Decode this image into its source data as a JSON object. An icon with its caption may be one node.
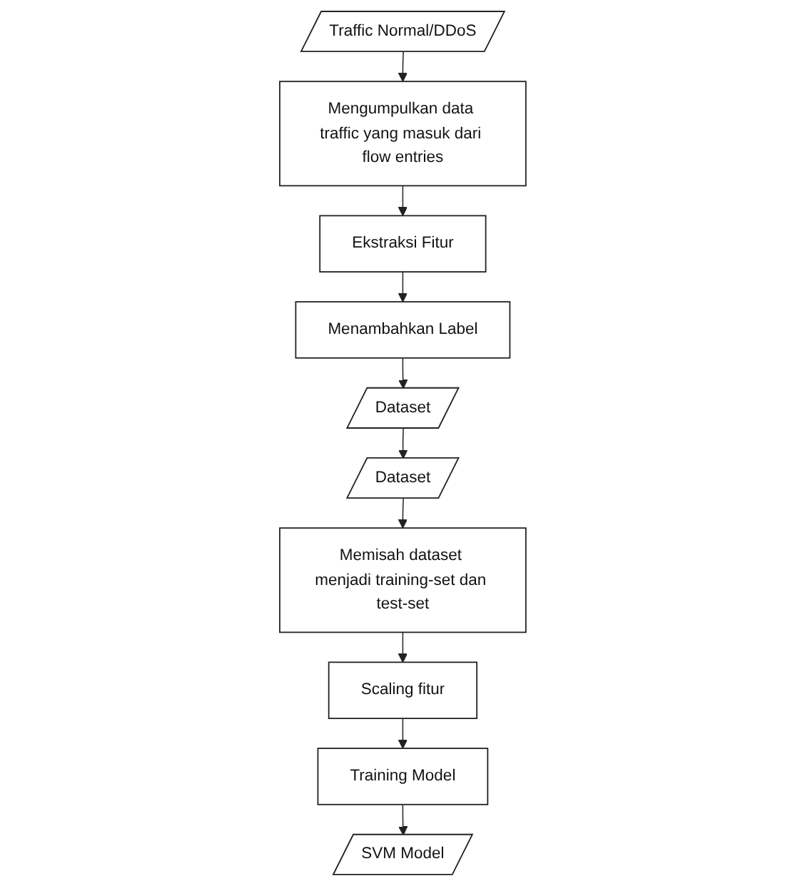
{
  "diagram": {
    "nodes": [
      {
        "text": [
          "Traffic Normal/DDoS"
        ]
      },
      {
        "text": [
          "Mengumpulkan data traffic yang masuk dari flow entries"
        ]
      },
      {
        "text": [
          "Ekstraksi Fitur"
        ]
      },
      {
        "text": [
          "Menambahkan Label"
        ]
      },
      {
        "text": [
          "Dataset"
        ]
      },
      {
        "text": [
          "Dataset"
        ]
      },
      {
        "text": [
          "Memisah dataset menjadi training-set dan test-set"
        ]
      },
      {
        "text": [
          "Scaling fitur"
        ]
      },
      {
        "text": [
          "Training Model"
        ]
      },
      {
        "text": [
          "SVM Model"
        ]
      }
    ],
    "edges": [
      {
        "from": 0,
        "to": 1,
        "arrow": "to"
      },
      {
        "from": 1,
        "to": 2,
        "arrow": "to"
      },
      {
        "from": 2,
        "to": 3,
        "arrow": "to"
      },
      {
        "from": 3,
        "to": 4,
        "arrow": "to"
      },
      {
        "from": 4,
        "to": 5,
        "arrow": "to"
      },
      {
        "from": 5,
        "to": 6,
        "arrow": "to"
      },
      {
        "from": 6,
        "to": 7,
        "arrow": "to"
      },
      {
        "from": 7,
        "to": 8,
        "arrow": "to"
      },
      {
        "from": 8,
        "to": 9,
        "arrow": "to"
      }
    ]
  }
}
